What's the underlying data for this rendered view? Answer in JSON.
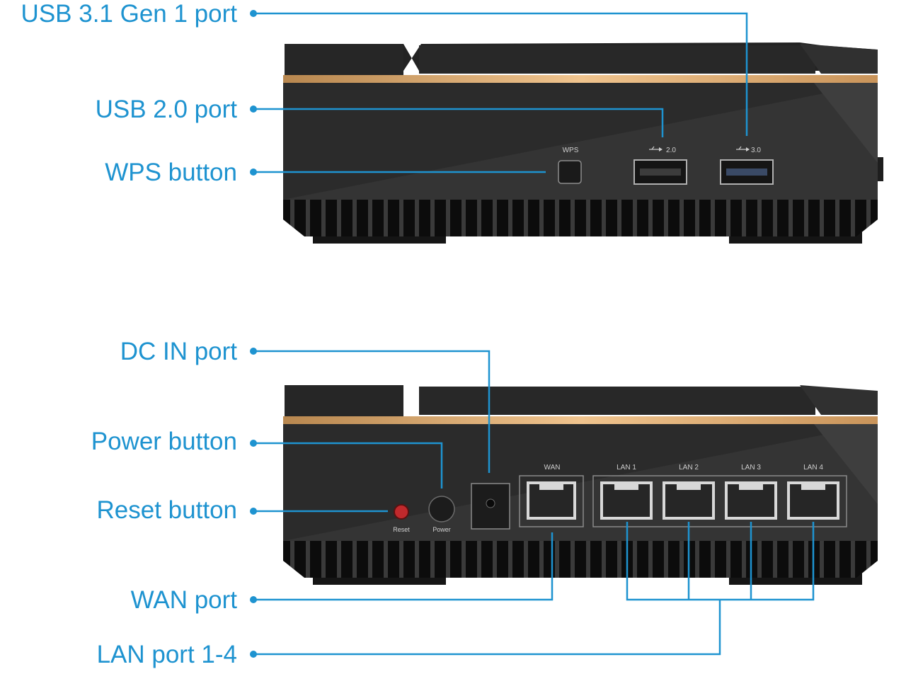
{
  "callouts": {
    "usb31": "USB 3.1 Gen 1 port",
    "usb20": "USB 2.0 port",
    "wps": "WPS button",
    "dc_in": "DC IN port",
    "power": "Power button",
    "reset": "Reset button",
    "wan": "WAN port",
    "lan": "LAN port 1-4"
  },
  "device_labels": {
    "wps": "WPS",
    "usb2": "2.0",
    "usb3": "3.0",
    "reset": "Reset",
    "power": "Power",
    "wan": "WAN",
    "lan1": "LAN 1",
    "lan2": "LAN 2",
    "lan3": "LAN 3",
    "lan4": "LAN 4"
  },
  "icons": {
    "usb": "usb-icon"
  },
  "colors": {
    "callout": "#1e93d0",
    "router_body": "#2a2a2a",
    "gold_stripe": "#d9a86a",
    "reset_button": "#c0292c"
  }
}
